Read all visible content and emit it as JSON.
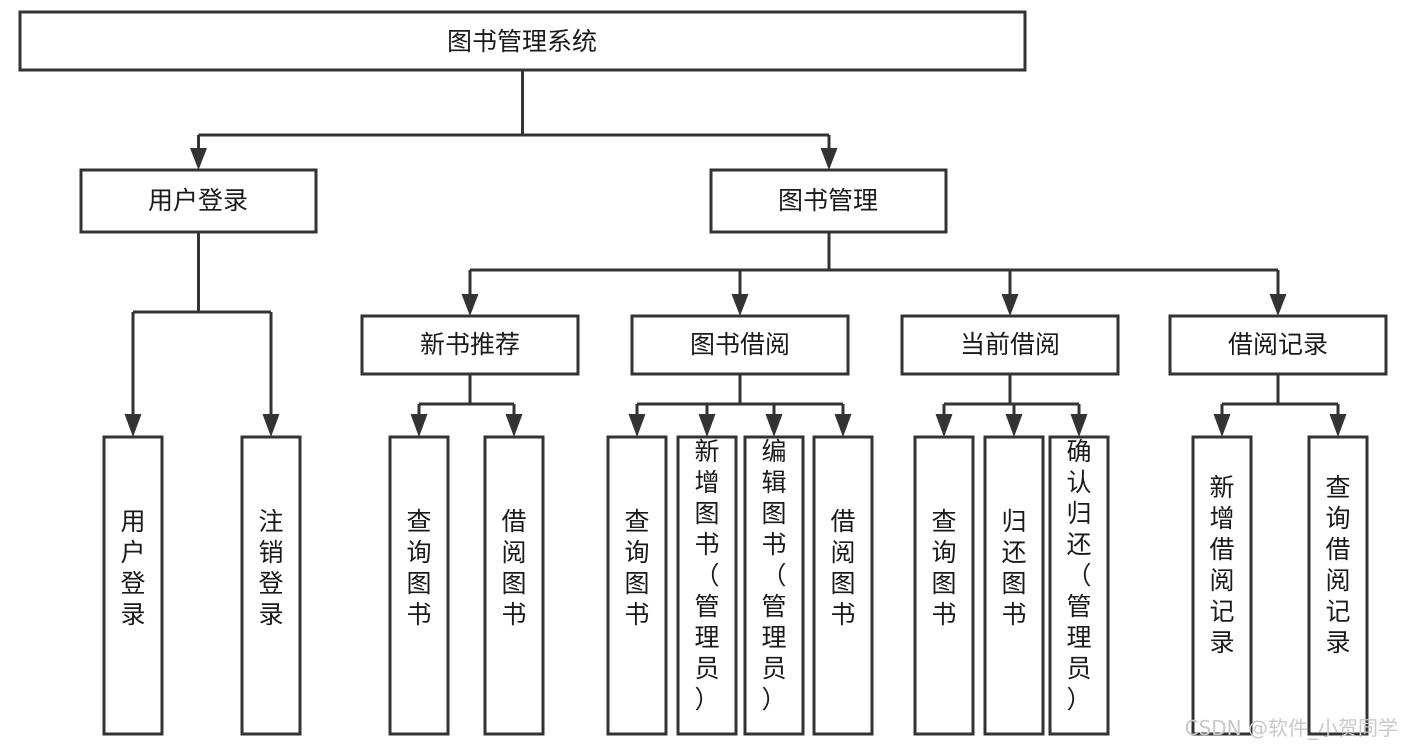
{
  "diagram": {
    "title": "图书管理系统",
    "type": "tree-hierarchy",
    "levels": {
      "root": {
        "label": "图书管理系统"
      },
      "level2": [
        {
          "label": "用户登录"
        },
        {
          "label": "图书管理"
        }
      ],
      "level3": [
        {
          "label": "新书推荐"
        },
        {
          "label": "图书借阅"
        },
        {
          "label": "当前借阅"
        },
        {
          "label": "借阅记录"
        }
      ],
      "leaves_user_login": [
        {
          "label": "用户登录"
        },
        {
          "label": "注销登录"
        }
      ],
      "leaves_new_book": [
        {
          "label": "查询图书"
        },
        {
          "label": "借阅图书"
        }
      ],
      "leaves_borrow": [
        {
          "label": "查询图书"
        },
        {
          "label": "新增图书（管理员）"
        },
        {
          "label": "编辑图书（管理员）"
        },
        {
          "label": "借阅图书"
        }
      ],
      "leaves_current": [
        {
          "label": "查询图书"
        },
        {
          "label": "归还图书"
        },
        {
          "label": "确认归还（管理员）"
        }
      ],
      "leaves_records": [
        {
          "label": "新增借阅记录"
        },
        {
          "label": "查询借阅记录"
        }
      ]
    },
    "colors": {
      "box_fill": "#ffffff",
      "box_stroke": "#333333",
      "text": "#1a1a1a",
      "watermark": "#c9c9c9",
      "background": "#ffffff"
    }
  },
  "watermark": {
    "text": "CSDN @软件_小贺同学"
  }
}
